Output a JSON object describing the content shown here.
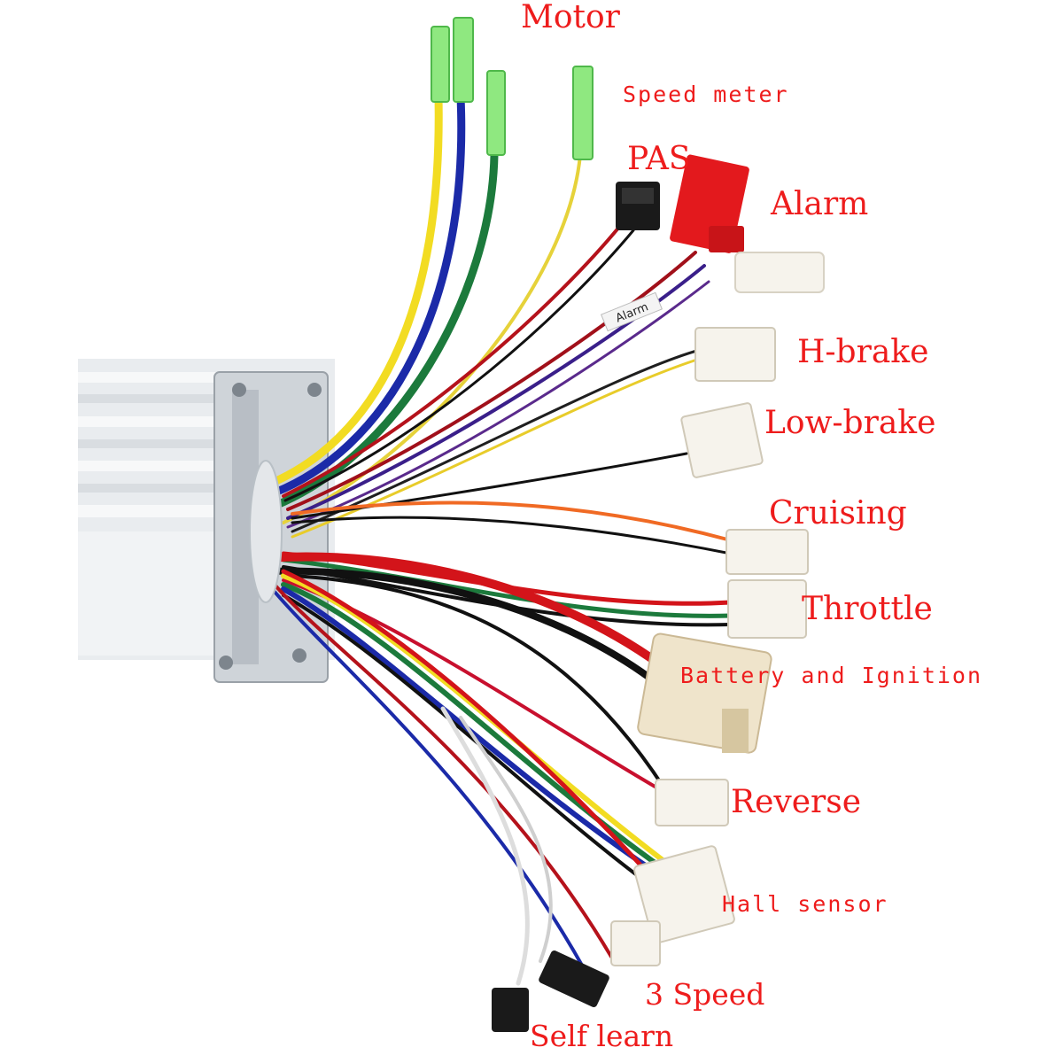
{
  "colors": {
    "label_text": "#ee1c1c",
    "controller_body": "#e9ecef",
    "wire_yellow": "#f2dc22",
    "wire_blue": "#1b2aa8",
    "wire_green": "#1c7a3c",
    "wire_red": "#d3141a",
    "wire_black": "#111111",
    "wire_orange": "#f06a24",
    "connector_green": "#8fe880",
    "connector_red": "#e3191d",
    "connector_white": "#f6f3ec",
    "connector_cream": "#efe4cb"
  },
  "labels": {
    "motor": "Motor",
    "speed_meter": "Speed meter",
    "pas": "PAS",
    "alarm": "Alarm",
    "h_brake": "H-brake",
    "low_brake": "Low-brake",
    "cruising": "Cruising",
    "throttle": "Throttle",
    "battery_ignition": "Battery and Ignition",
    "reverse": "Reverse",
    "hall_sensor": "Hall sensor",
    "three_speed": "3 Speed",
    "self_learn": "Self learn"
  },
  "wire_tags": {
    "alarm_tag": "Alarm"
  }
}
